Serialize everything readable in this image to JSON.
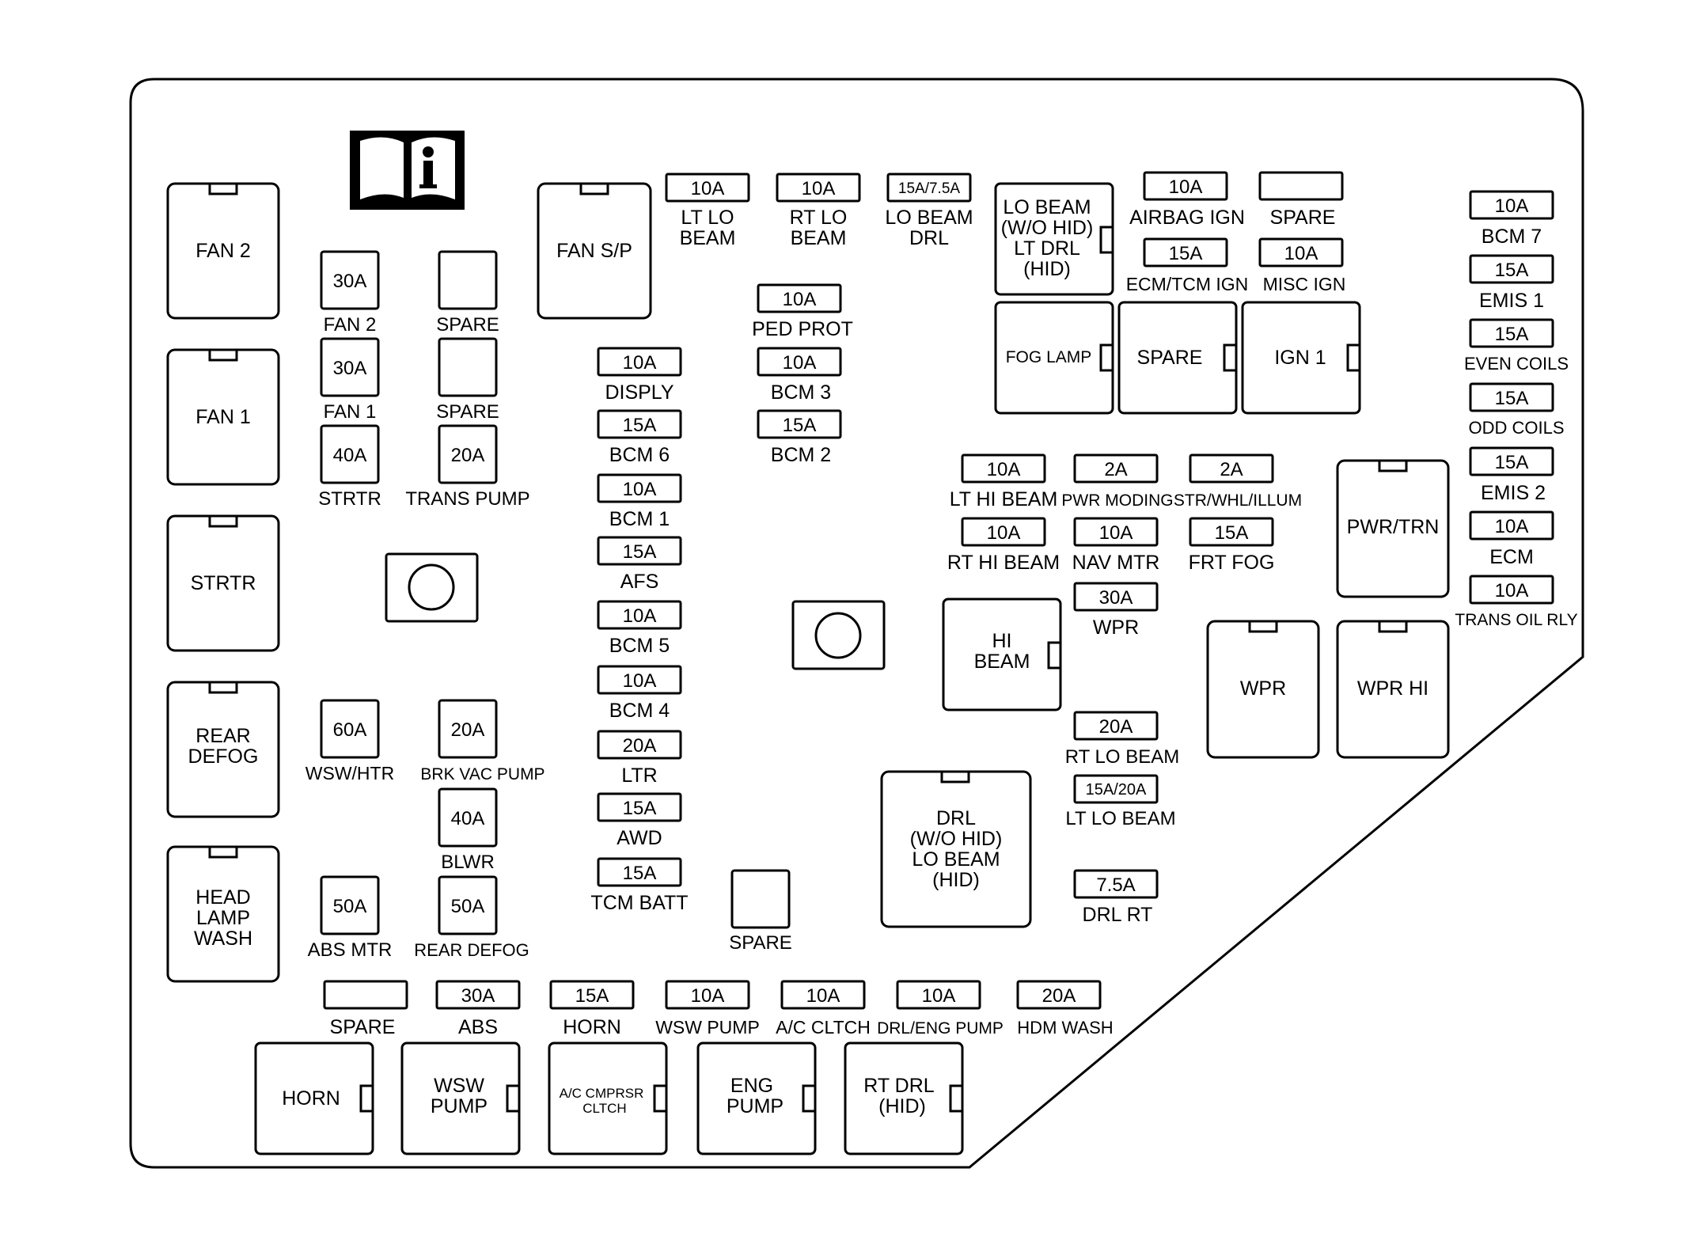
{
  "book_icon": "owner-manual-info-icon",
  "relays": {
    "fan2": "FAN 2",
    "fan1": "FAN 1",
    "strtr": "STRTR",
    "rear_defog_l1": "REAR",
    "rear_defog_l2": "DEFOG",
    "head_l1": "HEAD",
    "head_l2": "LAMP",
    "head_l3": "WASH",
    "fan_sp": "FAN S/P",
    "lo_beam_l1": "LO BEAM",
    "lo_beam_l2": "(W/O HID)",
    "lo_beam_l3": "LT DRL",
    "lo_beam_l4": "(HID)",
    "fog_lamp": "FOG LAMP",
    "spare": "SPARE",
    "ign1": "IGN 1",
    "pwr_trn": "PWR/TRN",
    "hi_l1": "HI",
    "hi_l2": "BEAM",
    "wpr": "WPR",
    "wpr_hi": "WPR HI",
    "drl_l1": "DRL",
    "drl_l2": "(W/O HID)",
    "drl_l3": "LO BEAM",
    "drl_l4": "(HID)",
    "horn": "HORN",
    "wsw_l1": "WSW",
    "wsw_l2": "PUMP",
    "ac_l1": "A/C CMPRSR",
    "ac_l2": "CLTCH",
    "eng_l1": "ENG",
    "eng_l2": "PUMP",
    "rtdrl_l1": "RT DRL",
    "rtdrl_l2": "(HID)"
  },
  "fuses_left": {
    "f1": {
      "rating": "30A",
      "label": "FAN 2"
    },
    "f2": {
      "rating": "",
      "label": "SPARE"
    },
    "f3": {
      "rating": "30A",
      "label": "FAN 1"
    },
    "f4": {
      "rating": "",
      "label": "SPARE"
    },
    "f5": {
      "rating": "40A",
      "label": "STRTR"
    },
    "f6": {
      "rating": "20A",
      "label": "TRANS PUMP"
    },
    "f7": {
      "rating": "60A",
      "label": "WSW/HTR"
    },
    "f8": {
      "rating": "20A",
      "label": "BRK VAC PUMP"
    },
    "f9": {
      "rating": "40A",
      "label": "BLWR"
    },
    "f10": {
      "rating": "50A",
      "label": "ABS MTR"
    },
    "f11": {
      "rating": "50A",
      "label": "REAR DEFOG"
    },
    "f12": {
      "rating": "",
      "label": "SPARE"
    }
  },
  "fuses_top": {
    "lt_lo": {
      "rating": "10A",
      "label1": "LT LO",
      "label2": "BEAM"
    },
    "rt_lo": {
      "rating": "10A",
      "label1": "RT LO",
      "label2": "BEAM"
    },
    "lo_drl": {
      "rating": "15A/7.5A",
      "label1": "LO BEAM",
      "label2": "DRL"
    },
    "ped": {
      "rating": "10A",
      "label": "PED PROT"
    },
    "bcm3": {
      "rating": "10A",
      "label": "BCM 3"
    },
    "bcm2": {
      "rating": "15A",
      "label": "BCM 2"
    },
    "airbag": {
      "rating": "10A",
      "label": "AIRBAG IGN"
    },
    "spare_top": {
      "rating": "",
      "label": "SPARE"
    },
    "ecm_tcm": {
      "rating": "15A",
      "label": "ECM/TCM IGN"
    },
    "misc": {
      "rating": "10A",
      "label": "MISC IGN"
    }
  },
  "fuses_mid_column": [
    {
      "rating": "10A",
      "label": "DISPLY"
    },
    {
      "rating": "15A",
      "label": "BCM 6"
    },
    {
      "rating": "10A",
      "label": "BCM 1"
    },
    {
      "rating": "15A",
      "label": "AFS"
    },
    {
      "rating": "10A",
      "label": "BCM 5"
    },
    {
      "rating": "10A",
      "label": "BCM 4"
    },
    {
      "rating": "20A",
      "label": "LTR"
    },
    {
      "rating": "15A",
      "label": "AWD"
    },
    {
      "rating": "15A",
      "label": "TCM BATT"
    }
  ],
  "fuses_center": {
    "lt_hi": {
      "rating": "10A",
      "label": "LT HI BEAM"
    },
    "pwr_mod": {
      "rating": "2A",
      "label": "PWR MODING"
    },
    "str_whl": {
      "rating": "2A",
      "label": "STR/WHL/ILLUM"
    },
    "rt_hi": {
      "rating": "10A",
      "label": "RT HI BEAM"
    },
    "nav": {
      "rating": "10A",
      "label": "NAV MTR"
    },
    "frt_fog": {
      "rating": "15A",
      "label": "FRT FOG"
    },
    "wpr30": {
      "rating": "30A",
      "label": "WPR"
    },
    "rt_lo20": {
      "rating": "20A",
      "label": "RT LO BEAM"
    },
    "lt_lo15": {
      "rating": "15A/20A",
      "label": "LT LO BEAM"
    },
    "drl_rt": {
      "rating": "7.5A",
      "label": "DRL RT"
    },
    "spare_mid": {
      "label": "SPARE"
    }
  },
  "fuses_right_column": [
    {
      "rating": "10A",
      "label": "BCM 7"
    },
    {
      "rating": "15A",
      "label": "EMIS 1"
    },
    {
      "rating": "15A",
      "label": "EVEN COILS"
    },
    {
      "rating": "15A",
      "label": "ODD COILS"
    },
    {
      "rating": "15A",
      "label": "EMIS 2"
    },
    {
      "rating": "10A",
      "label": "ECM"
    },
    {
      "rating": "10A",
      "label": "TRANS OIL RLY"
    }
  ],
  "fuses_bottom_row": [
    {
      "rating": "",
      "label": "SPARE"
    },
    {
      "rating": "30A",
      "label": "ABS"
    },
    {
      "rating": "15A",
      "label": "HORN"
    },
    {
      "rating": "10A",
      "label": "WSW PUMP"
    },
    {
      "rating": "10A",
      "label": "A/C CLTCH"
    },
    {
      "rating": "10A",
      "label": "DRL/ENG PUMP"
    },
    {
      "rating": "20A",
      "label": "HDM WASH"
    }
  ]
}
